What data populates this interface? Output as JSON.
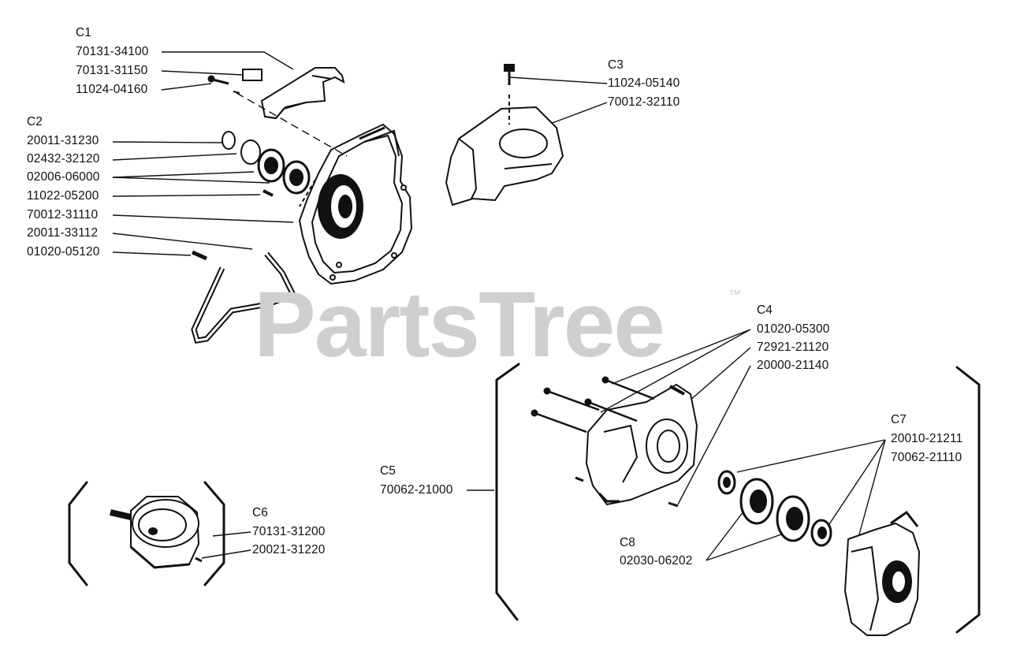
{
  "watermark": {
    "text": "PartsTree",
    "tm": "™"
  },
  "groups": {
    "c1": {
      "code": "C1",
      "parts": [
        "70131-34100",
        "70131-31150",
        "11024-04160"
      ]
    },
    "c2": {
      "code": "C2",
      "parts": [
        "20011-31230",
        "02432-32120",
        "02006-06000",
        "11022-05200",
        "70012-31110",
        "20011-33112",
        "01020-05120"
      ]
    },
    "c3": {
      "code": "C3",
      "parts": [
        "11024-05140",
        "70012-32110"
      ]
    },
    "c4": {
      "code": "C4",
      "parts": [
        "01020-05300",
        "72921-21120",
        "20000-21140"
      ]
    },
    "c5": {
      "code": "C5",
      "parts": [
        "70062-21000"
      ]
    },
    "c6": {
      "code": "C6",
      "parts": [
        "70131-31200",
        "20021-31220"
      ]
    },
    "c7": {
      "code": "C7",
      "parts": [
        "20010-21211",
        "70062-21110"
      ]
    },
    "c8": {
      "code": "C8",
      "parts": [
        "02030-06202"
      ]
    }
  },
  "colors": {
    "ink": "#111111",
    "watermark": "#cfcfcf",
    "shade": "#1a1a1a"
  }
}
